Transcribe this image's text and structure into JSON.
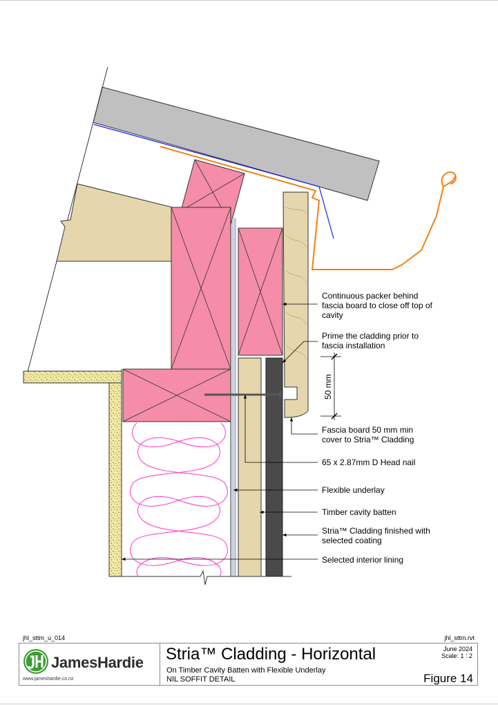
{
  "drawing": {
    "callouts": {
      "packer": [
        "Continuous packer behind",
        "fascia board to close off top of",
        "cavity"
      ],
      "prime": [
        "Prime the cladding prior to",
        "fascia installation"
      ],
      "fascia_cover": [
        "Fascia board 50 mm min",
        "cover to Stria™ Cladding"
      ],
      "nail": "65 x 2.87mm D Head nail",
      "underlay": "Flexible underlay",
      "batten": "Timber cavity batten",
      "cladding": [
        "Stria™ Cladding finished with",
        "selected coating"
      ],
      "lining": "Selected interior lining"
    },
    "dimension_label": "50 mm",
    "colors": {
      "timber_framing": "#f58ca8",
      "timber_natural": "#e6d6ad",
      "cladding": "#4a4a4a",
      "roof_sheet": "#c0c0c0",
      "flashing": "#f0820f",
      "underlay": "#1a1aff",
      "insulation": "#ff33cc",
      "lining": "#f2eaa6"
    }
  },
  "footer": {
    "ref_left": "jhl_sttm_u_014",
    "ref_right": "jhl_sttm.rvt",
    "brand": "JamesHardie",
    "url": "www.jameshardie.co.nz",
    "title": "Stria™ Cladding - Horizontal",
    "subtitle": "On Timber Cavity Batten with Flexible Underlay",
    "detail": "NIL SOFFIT DETAIL",
    "date": "June 2024",
    "scale": "Scale: 1 : 2",
    "figure": "Figure 14"
  }
}
